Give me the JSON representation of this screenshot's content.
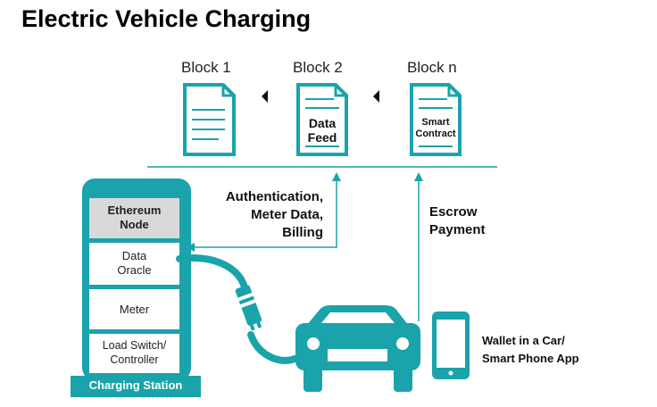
{
  "title": "Electric Vehicle Charging",
  "blocks": [
    {
      "label": "Block 1"
    },
    {
      "label": "Block 2",
      "doc_text": "Data\nFeed"
    },
    {
      "label": "Block n",
      "doc_text": "Smart\nContract"
    }
  ],
  "station": {
    "node": "Ethereum\nNode",
    "oracle": "Data\nOracle",
    "meter": "Meter",
    "load": "Load Switch/\nController",
    "caption": "Charging Station"
  },
  "labels": {
    "auth": "Authentication,\nMeter Data,\nBilling",
    "escrow": "Escrow\nPayment",
    "wallet": "Wallet in a Car/\nSmart Phone App"
  },
  "colors": {
    "accent": "#1aa3aa",
    "gray_panel": "#d9d9d9"
  }
}
